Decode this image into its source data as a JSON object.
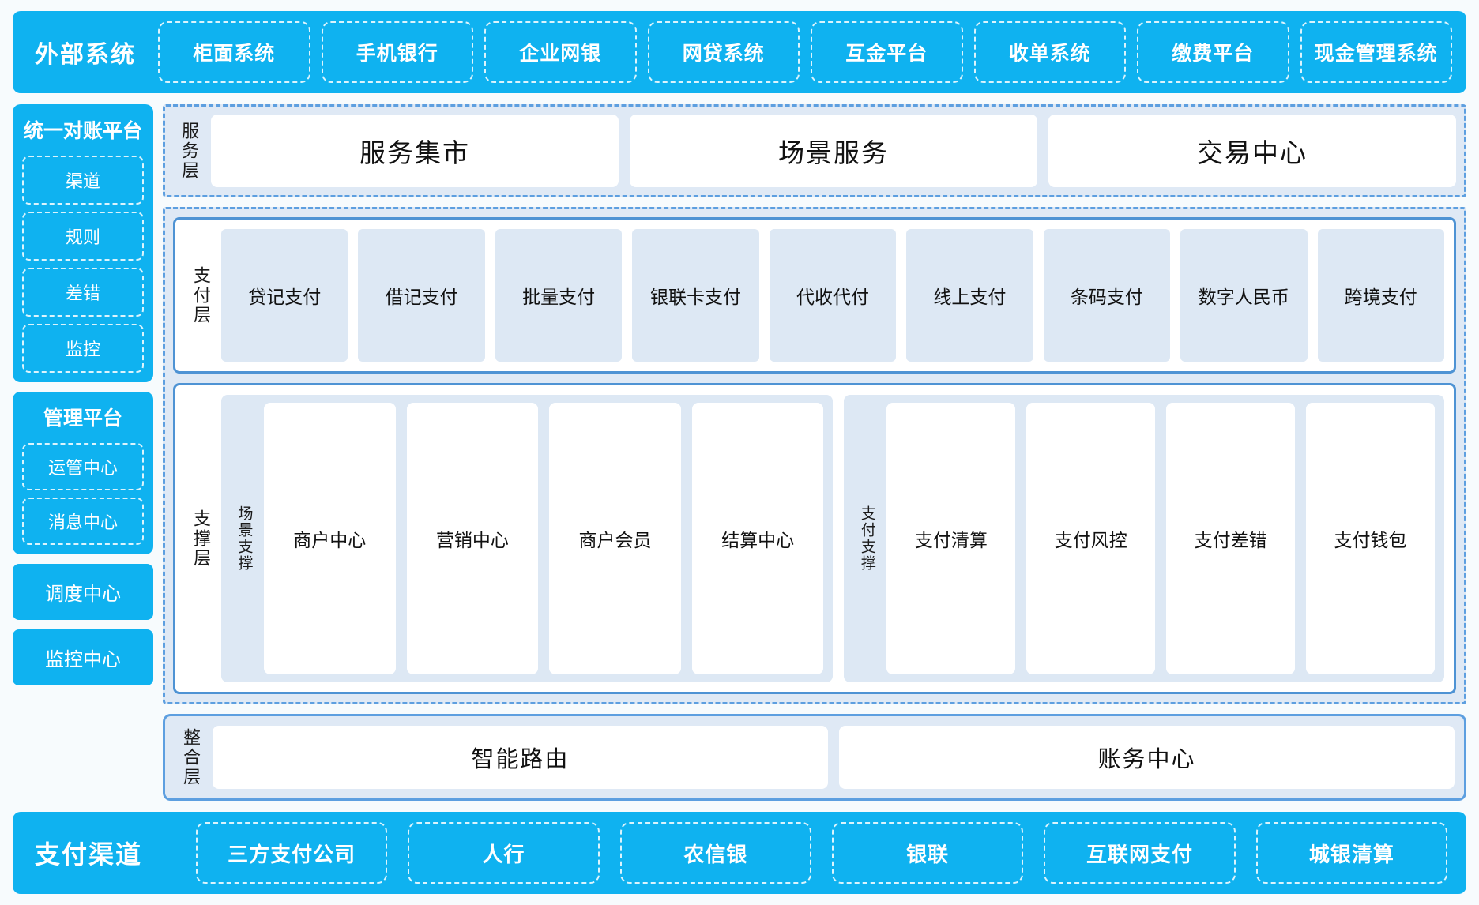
{
  "external_systems": {
    "title": "外部系统",
    "items": [
      "柜面系统",
      "手机银行",
      "企业网银",
      "网贷系统",
      "互金平台",
      "收单系统",
      "缴费平台",
      "现金管理系统"
    ]
  },
  "left_column": {
    "reconciliation_platform": {
      "title": "统一对账平台",
      "items": [
        "渠道",
        "规则",
        "差错",
        "监控"
      ]
    },
    "management_platform": {
      "title": "管理平台",
      "items": [
        "运管中心",
        "消息中心"
      ]
    },
    "standalone_blocks": [
      "调度中心",
      "监控中心"
    ]
  },
  "service_layer": {
    "label": "服务层",
    "cards": [
      "服务集市",
      "场景服务",
      "交易中心"
    ]
  },
  "payment_layer": {
    "label": "支付层",
    "items": [
      "贷记支付",
      "借记支付",
      "批量支付",
      "银联卡支付",
      "代收代付",
      "线上支付",
      "条码支付",
      "数字人民币",
      "跨境支付"
    ]
  },
  "support_layer": {
    "label": "支撑层",
    "groups": [
      {
        "label": "场景支撑",
        "items": [
          "商户中心",
          "营销中心",
          "商户会员",
          "结算中心"
        ]
      },
      {
        "label": "支付支撑",
        "items": [
          "支付清算",
          "支付风控",
          "支付差错",
          "支付钱包"
        ]
      }
    ]
  },
  "integration_layer": {
    "label": "整合层",
    "cards": [
      "智能路由",
      "账务中心"
    ]
  },
  "payment_channels": {
    "title": "支付渠道",
    "items": [
      "三方支付公司",
      "人行",
      "农信银",
      "银联",
      "互联网支付",
      "城银清算"
    ]
  },
  "colors": {
    "brand_blue": "#0fb2f0",
    "border_blue": "#5d9fe0",
    "panel_fill": "#dfe9f5",
    "chip_fill": "#dde8f4",
    "background": "#f7fbfd"
  }
}
